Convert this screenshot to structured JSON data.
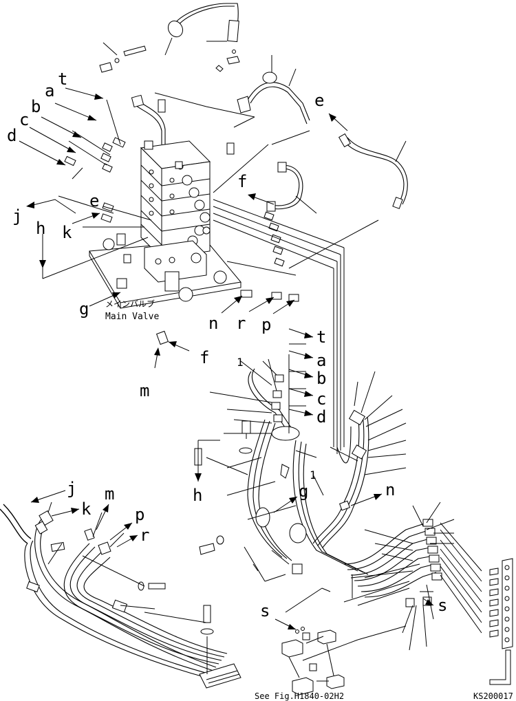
{
  "callouts": {
    "t": "t",
    "a": "a",
    "b": "b",
    "c": "c",
    "d": "d",
    "e": "e",
    "f": "f",
    "g": "g",
    "h": "h",
    "j": "j",
    "k": "k",
    "m": "m",
    "n": "n",
    "p": "p",
    "r": "r",
    "s": "s",
    "one": "1"
  },
  "main_valve_jp": "メインバルブ",
  "main_valve_en": "Main Valve",
  "see_fig": "See Fig.H1840-02H2",
  "drawing_id": "KS200017"
}
